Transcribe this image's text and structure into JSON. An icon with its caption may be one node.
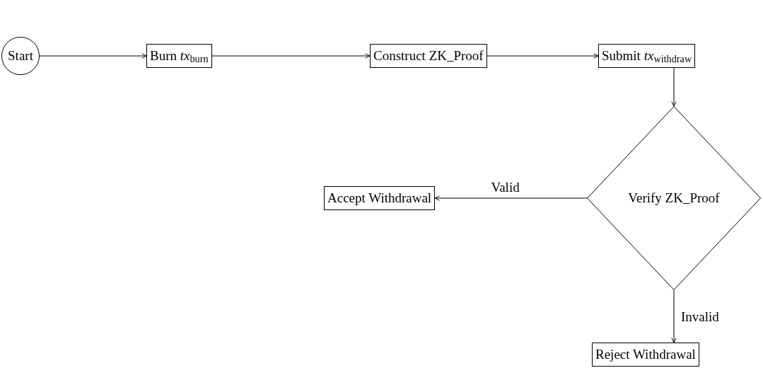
{
  "diagram": {
    "nodes": [
      {
        "text": [
          "Start"
        ]
      },
      {
        "text": [
          "Burn *tx*$_{burn}$"
        ]
      },
      {
        "text": [
          "Construct ZK_Proof"
        ]
      },
      {
        "text": [
          "Submit *tx*$_{withdraw}$"
        ]
      },
      {
        "text": [
          "Verify ZK_Proof"
        ]
      },
      {
        "text": [
          "Accept Withdrawal"
        ]
      },
      {
        "text": [
          "Reject Withdrawal"
        ]
      }
    ],
    "edges": [
      {
        "from": 0,
        "to": 1,
        "arrow": "to"
      },
      {
        "from": 1,
        "to": 2,
        "arrow": "to"
      },
      {
        "from": 2,
        "to": 3,
        "arrow": "to"
      },
      {
        "from": 3,
        "to": 4,
        "arrow": "to"
      },
      {
        "from": 4,
        "to": 5,
        "arrow": "to",
        "label": "Valid"
      },
      {
        "from": 4,
        "to": 6,
        "arrow": "to",
        "label": "Invalid"
      }
    ]
  }
}
